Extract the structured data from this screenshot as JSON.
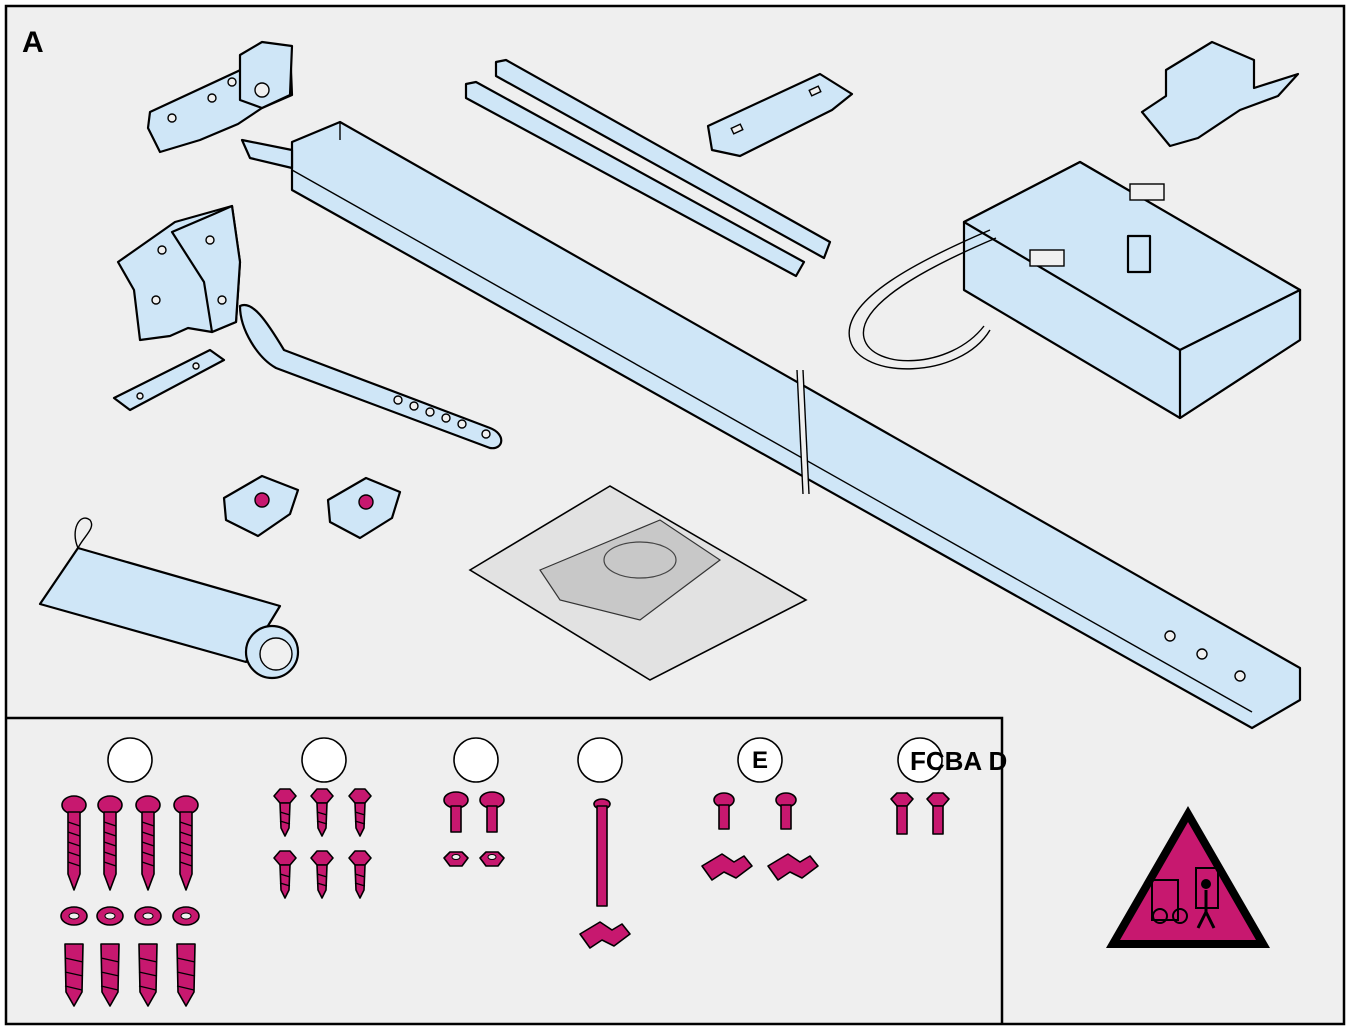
{
  "panel": {
    "letter": "A"
  },
  "hardware_labels": [
    "",
    "",
    "",
    "",
    "E",
    ""
  ],
  "overlay_label": "FCBA D",
  "colors": {
    "background": "#efefef",
    "part_fill": "#cfe6f7",
    "hardware_fill": "#c7186f",
    "outline": "#000000"
  },
  "icons": [
    "warning-triangle-icon"
  ]
}
